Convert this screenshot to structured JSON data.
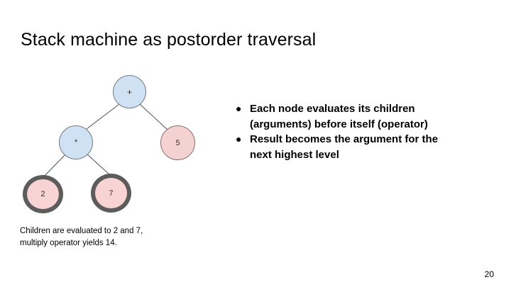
{
  "slide": {
    "title": "Stack machine as postorder traversal",
    "page_number": "20",
    "caption_line_1": "Children are evaluated to 2 and 7,",
    "caption_line_2": "multiply operator yields 14."
  },
  "colors": {
    "operator_fill": "#cfe1f2",
    "operator_stroke": "#6b7a85",
    "value_fill": "#f5d2d2",
    "value_stroke": "#8a6a6a",
    "highlight_stroke": "#5c5c5c",
    "edge_stroke": "#4a5560",
    "text": "#000000"
  },
  "tree": {
    "nodes": [
      {
        "id": "root",
        "label": "+",
        "kind": "operator",
        "highlighted": false
      },
      {
        "id": "left",
        "label": "*",
        "kind": "operator",
        "highlighted": false
      },
      {
        "id": "right",
        "label": "5",
        "kind": "value",
        "highlighted": false
      },
      {
        "id": "ll",
        "label": "2",
        "kind": "value",
        "highlighted": true
      },
      {
        "id": "lr",
        "label": "7",
        "kind": "value",
        "highlighted": true
      }
    ],
    "edges": [
      {
        "from": "root",
        "to": "left"
      },
      {
        "from": "root",
        "to": "right"
      },
      {
        "from": "left",
        "to": "ll"
      },
      {
        "from": "left",
        "to": "lr"
      }
    ]
  },
  "bullets": [
    {
      "marker": "●",
      "line_1": "Each node evaluates its children",
      "line_2": "(arguments) before itself (operator)"
    },
    {
      "marker": "●",
      "line_1": "Result becomes the argument for the",
      "line_2": "next highest level"
    }
  ]
}
